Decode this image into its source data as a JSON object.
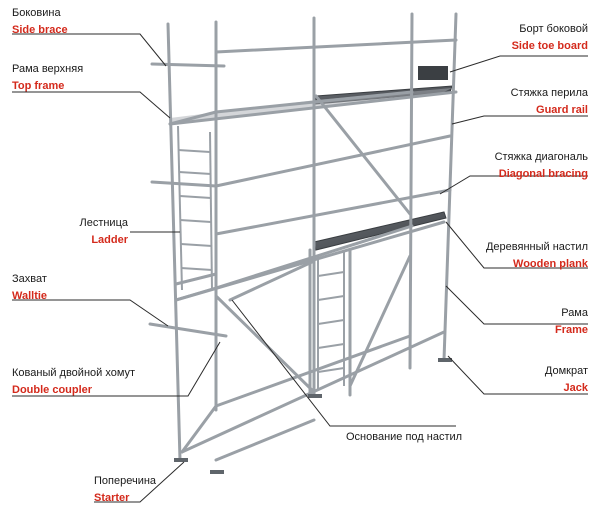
{
  "colors": {
    "russian_text": "#1a1a1a",
    "english_text": "#d42a1c",
    "steel": "#9aa0a6",
    "steel_dark": "#5f656b",
    "plank": "#4a4e52",
    "leader": "#2b2b2b"
  },
  "labels": {
    "side_brace": {
      "ru": "Боковина",
      "en": "Side brace"
    },
    "top_frame": {
      "ru": "Рама верхняя",
      "en": "Top frame"
    },
    "ladder": {
      "ru": "Лестница",
      "en": "Ladder"
    },
    "walltie": {
      "ru": "Захват",
      "en": "Walltie"
    },
    "double_coupler": {
      "ru": "Кованый двойной хомут",
      "en": "Double coupler"
    },
    "starter": {
      "ru": "Поперечина",
      "en": "Starter"
    },
    "side_toe_board": {
      "ru": "Борт боковой",
      "en": "Side toe board"
    },
    "guard_rail": {
      "ru": "Стяжка перила",
      "en": "Guard rail"
    },
    "diagonal_bracing": {
      "ru": "Стяжка диагональ",
      "en": "Diagonal bracing"
    },
    "wooden_plank": {
      "ru": "Деревянный настил",
      "en": "Wooden plank"
    },
    "frame": {
      "ru": "Рама",
      "en": "Frame"
    },
    "jack": {
      "ru": "Домкрат",
      "en": "Jack"
    },
    "plank_base": {
      "ru": "Основание под настил"
    }
  }
}
